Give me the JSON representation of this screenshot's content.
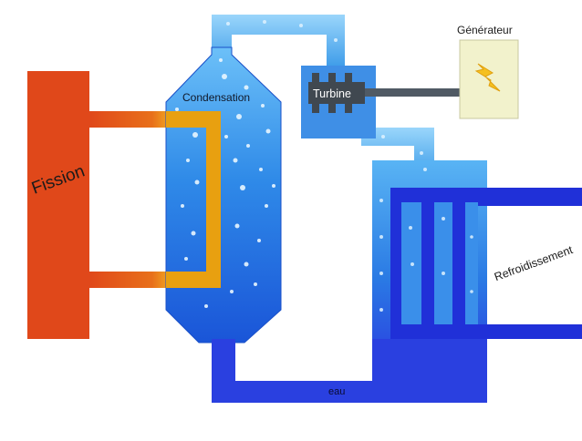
{
  "labels": {
    "fission": "Fission",
    "condensation": "Condensation",
    "turbine": "Turbine",
    "generator": "Générateur",
    "cooling": "Refroidissement",
    "water": "eau"
  },
  "icons": {
    "generator": "lightning-bolt-icon"
  },
  "colors": {
    "fission": "#e0481a",
    "hot_loop": "#e8a010",
    "steam": "#4aa8f0",
    "water": "#2a40e0",
    "vessel": "#1f6fe0",
    "cooling_frame": "#2030d8",
    "turbine_box": "#404850",
    "shaft": "#505a64",
    "generator_box": "#f2f2cc",
    "bolt": "#f5c020"
  }
}
